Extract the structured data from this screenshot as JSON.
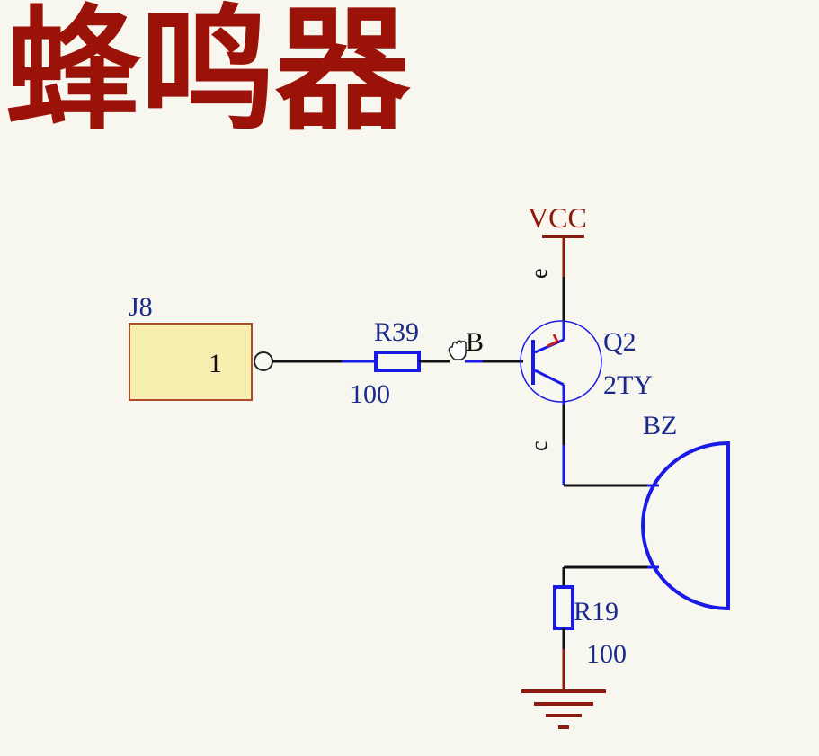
{
  "title": "蜂鸣器",
  "colors": {
    "title": "#9b1208",
    "component": "#1a1ae6",
    "label": "#1a2a8c",
    "wire": "#111111",
    "power": "#8c1a0e",
    "connector_fill": "#f7efb0",
    "connector_border": "#b04a2a"
  },
  "schematic": {
    "connector": {
      "designator": "J8",
      "pin": "1"
    },
    "r39": {
      "designator": "R39",
      "value": "100"
    },
    "net_label": "B",
    "vcc": {
      "label": "VCC"
    },
    "transistor": {
      "designator": "Q2",
      "part": "2TY",
      "emitter": "e",
      "collector": "c"
    },
    "buzzer": {
      "designator": "BZ"
    },
    "r19": {
      "designator": "R19",
      "value": "100"
    },
    "ground": {
      "symbol": "ground-icon"
    }
  }
}
